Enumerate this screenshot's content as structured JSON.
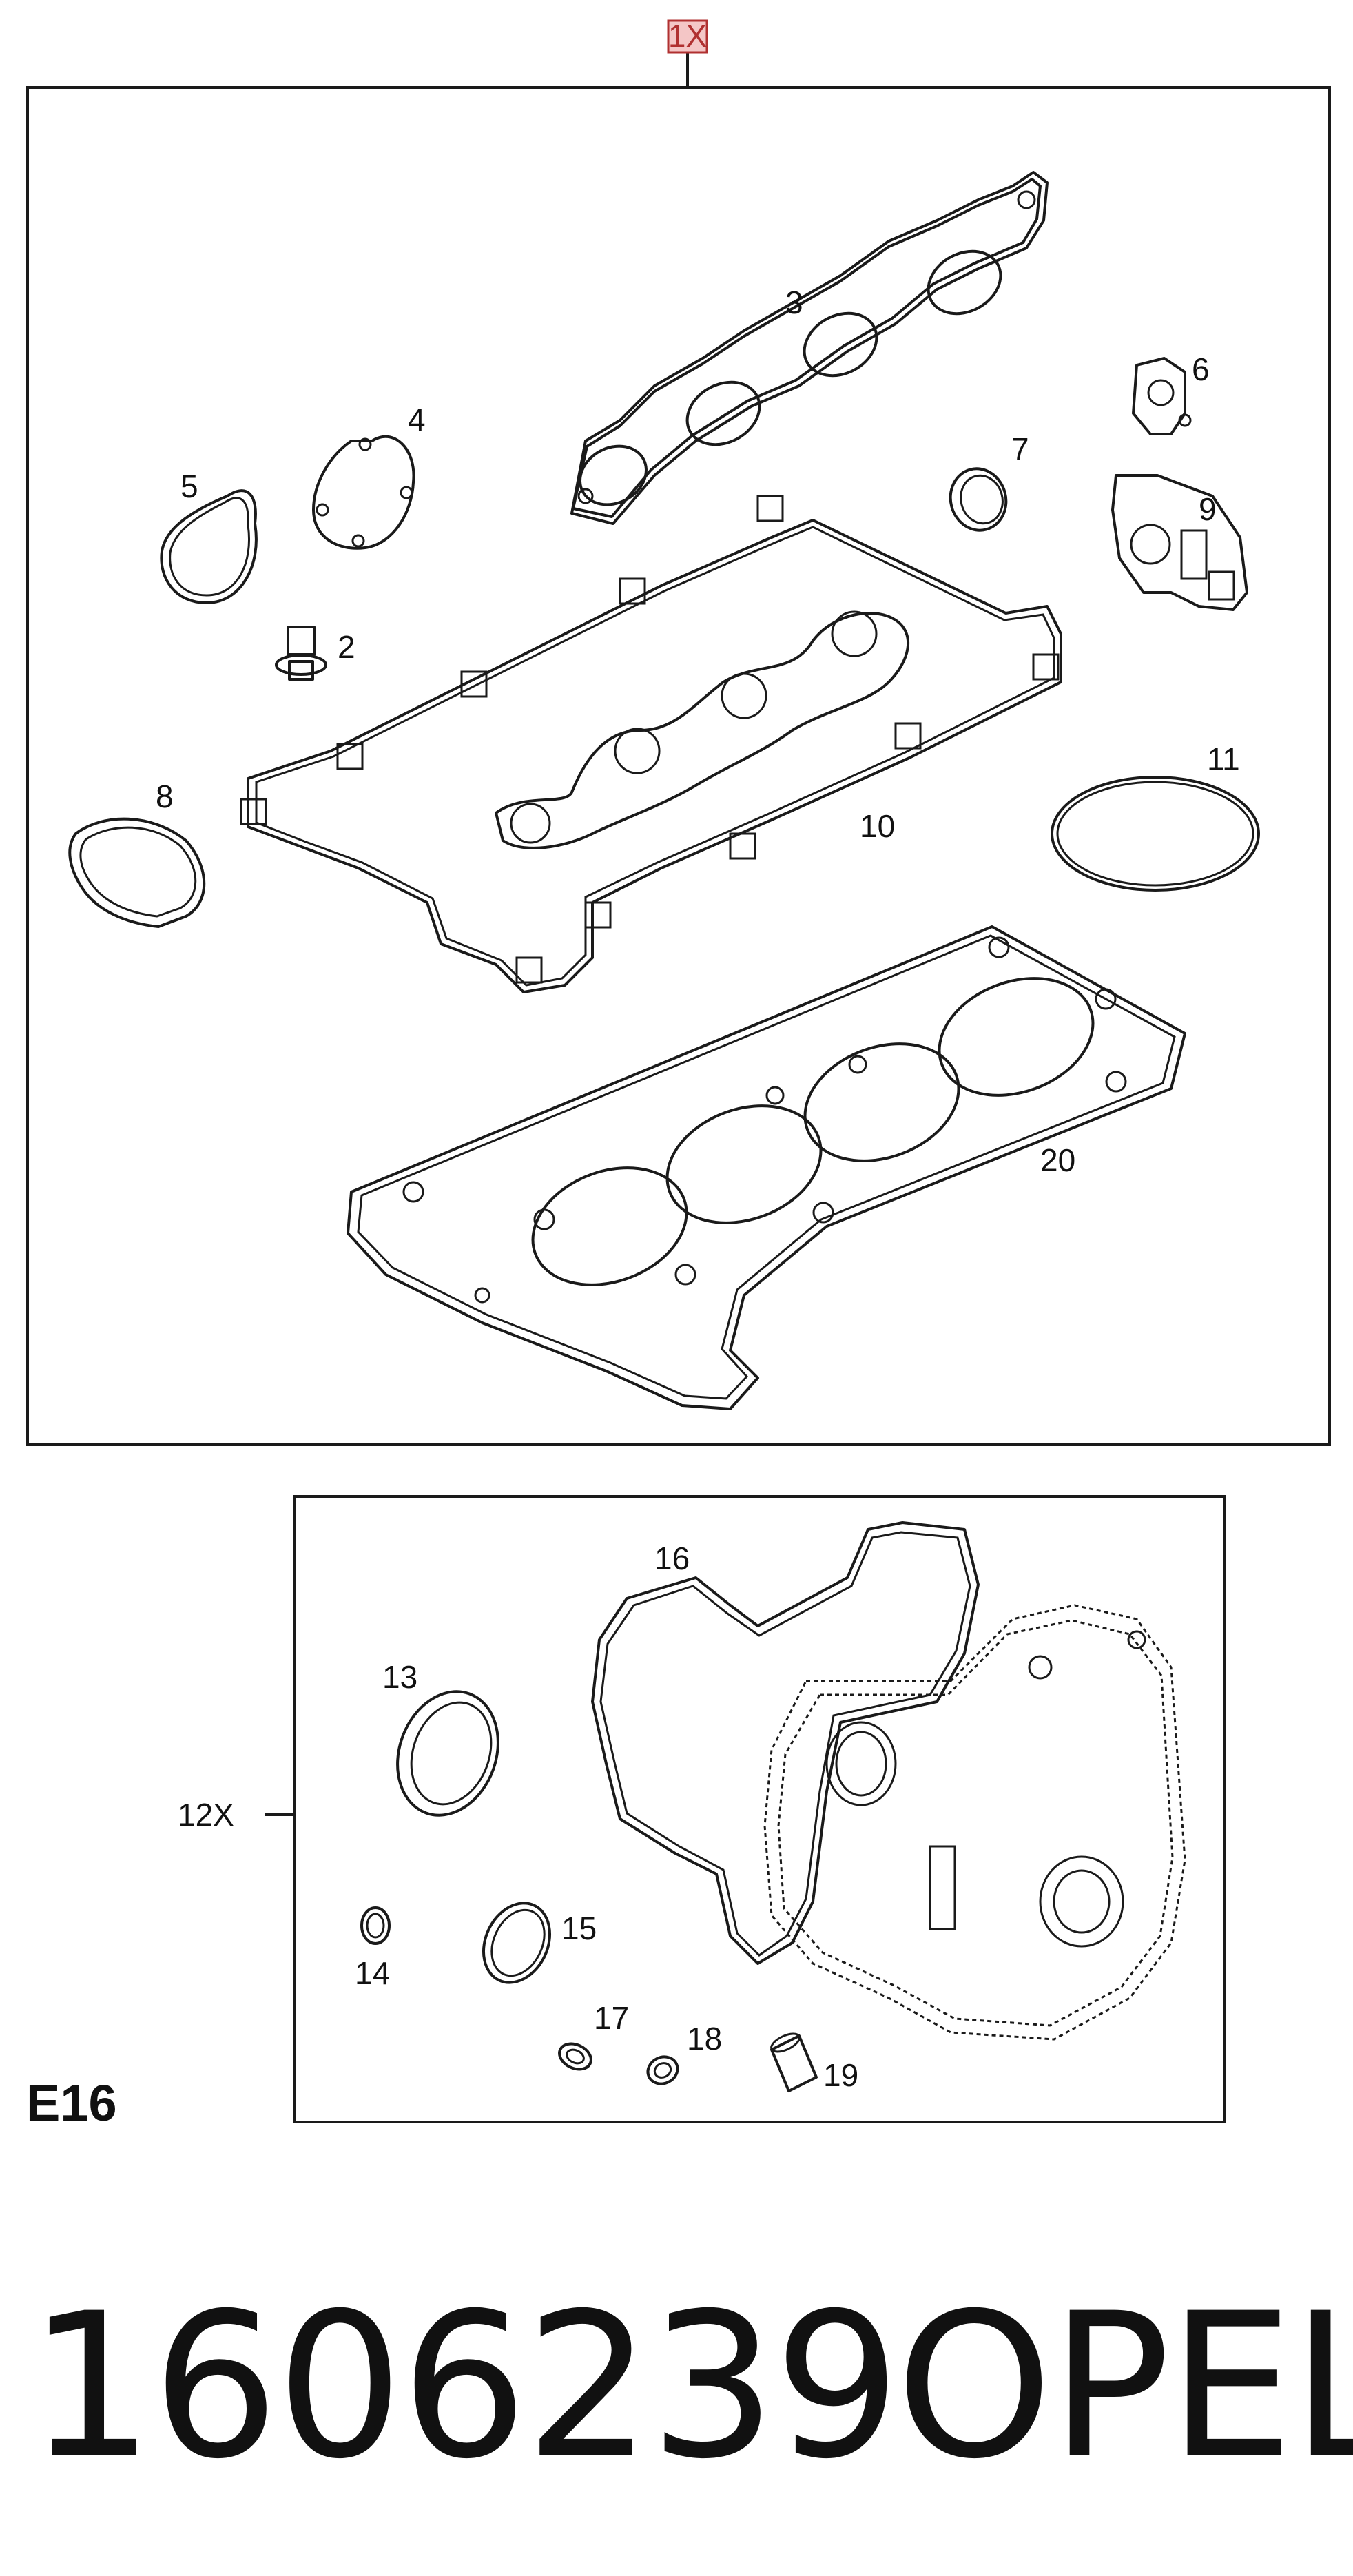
{
  "diagram": {
    "set_marker": "1X",
    "sub_set_marker": "12X",
    "engine_code": "E16",
    "part_number": "1606239",
    "brand": "OPEL",
    "callouts": [
      "2",
      "3",
      "4",
      "5",
      "6",
      "7",
      "8",
      "9",
      "10",
      "11",
      "13",
      "14",
      "15",
      "16",
      "17",
      "18",
      "19",
      "20"
    ]
  },
  "colors": {
    "line": "#1a1a1a",
    "marker": "#b03030",
    "marker_box": "#f4c6c6"
  }
}
